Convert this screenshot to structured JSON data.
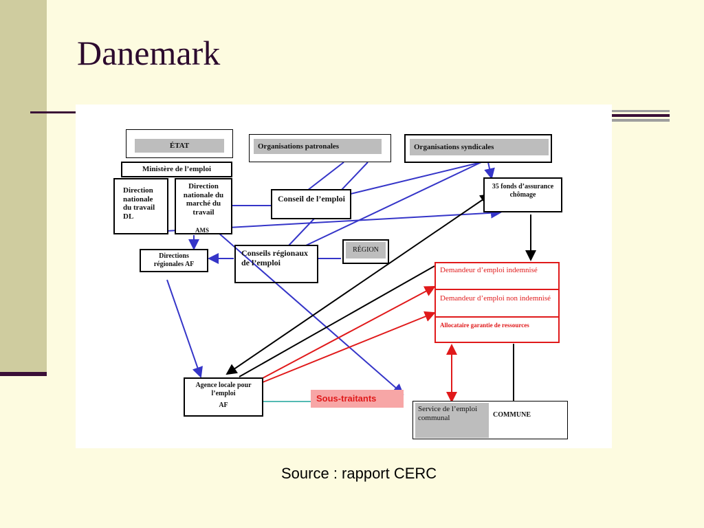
{
  "slide": {
    "title": "Danemark",
    "source": "Source : rapport CERC"
  },
  "diagram": {
    "etat": "ÉTAT",
    "org_patronales": "Organisations patronales",
    "org_syndicales": "Organisations syndicales",
    "ministere": "Ministère de l’emploi",
    "dir_travail": "Direction nationale du travail DL",
    "dir_marche": "Direction nationale du marché du travail",
    "ams": "AMS",
    "conseil_emploi": "Conseil de l’emploi",
    "fonds": "35 fonds d’assurance chômage",
    "dir_regionales": "Directions régionales AF",
    "conseils_regionaux": "Conseils régionaux de l’emploi",
    "region": "RÉGION",
    "demandeur_indemnise": "Demandeur d’emploi indemnisé",
    "demandeur_non": "Demandeur d’emploi non indemnisé",
    "allocataire": "Allocataire garantie de ressources",
    "agence_locale": "Agence locale pour l’emploi",
    "af": "AF",
    "sous_traitants": "Sous-traitants",
    "service_communal": "Service de l’emploi communal",
    "commune": "COMMUNE"
  },
  "colors": {
    "blue": "#3535c8",
    "red": "#e0191a",
    "black": "#000000",
    "teal": "#1aa39a",
    "pink": "#f7a6a6"
  }
}
